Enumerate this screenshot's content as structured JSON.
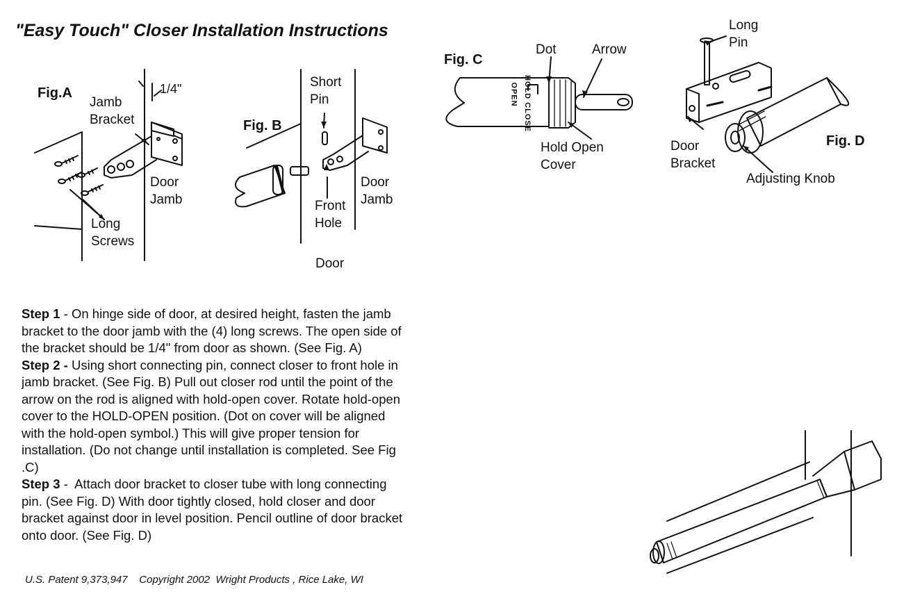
{
  "title": "\"Easy Touch\" Closer Installation Instructions",
  "figA": {
    "label": "Fig.A",
    "jamb_bracket": "Jamb\nBracket",
    "gap": "1/4\"",
    "door_jamb": "Door\nJamb",
    "long_screws": "Long\nScrews"
  },
  "figB": {
    "label": "Fig. B",
    "short_pin": "Short\nPin",
    "front_hole": "Front\nHole",
    "door_jamb": "Door\nJamb",
    "door": "Door"
  },
  "figC": {
    "label": "Fig. C",
    "dot": "Dot",
    "arrow": "Arrow",
    "hold_open_cover": "Hold Open\nCover",
    "cover_text_1": "HOLD CLOSE",
    "cover_text_2": "OPEN"
  },
  "figD": {
    "label": "Fig. D",
    "long_pin": "Long\nPin",
    "door_bracket": "Door\nBracket",
    "adjusting_knob": "Adjusting Knob"
  },
  "steps": [
    {
      "head": "Step 1",
      "sep": " - ",
      "text": "On hinge side of door, at desired height, fasten the jamb bracket to the door jamb with the (4) long screws.  The open side of the bracket should be 1/4\" from door as shown. (See Fig. A)"
    },
    {
      "head": "Step 2 -",
      "sep": " ",
      "text": "Using short connecting pin, connect closer to front hole in jamb bracket. (See Fig. B) Pull out closer rod until the point of the arrow on the rod is aligned with hold-open cover. Rotate hold-open cover to the HOLD-OPEN position. (Dot on cover will be aligned with the hold-open symbol.)  This will give proper tension for installation.  (Do not change until installation is completed. See Fig .C)"
    },
    {
      "head": "Step 3",
      "sep": " -  ",
      "text": "Attach door bracket to closer tube with long connecting pin. (See Fig. D)  With door tightly closed, hold closer and door bracket against door in level position.  Pencil outline of door bracket onto door.  (See Fig. D)"
    }
  ],
  "footer": "U.S. Patent 9,373,947    Copyright 2002  Wright Products , Rice Lake, WI"
}
